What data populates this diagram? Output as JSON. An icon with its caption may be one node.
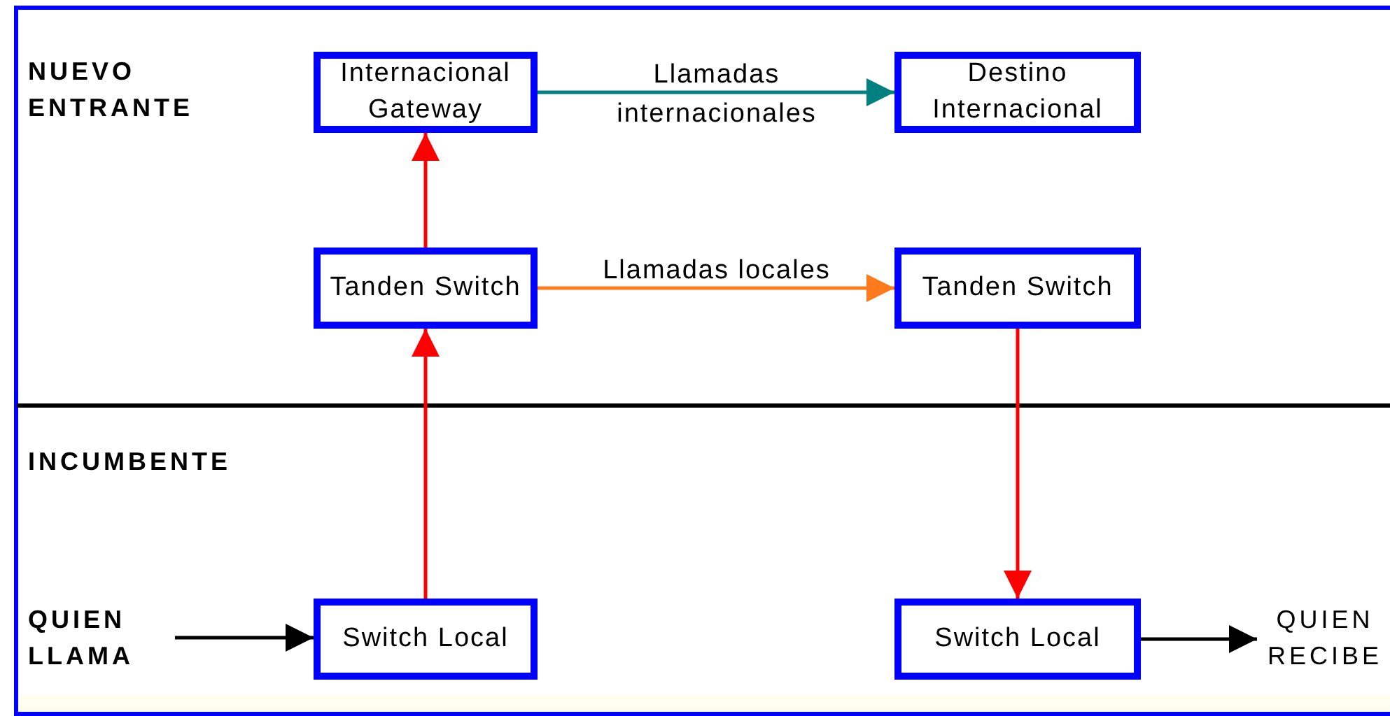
{
  "diagram": {
    "nodes": [
      {
        "text": [
          "Internacional Gateway"
        ]
      },
      {
        "text": [
          "Destino Internacional"
        ]
      },
      {
        "text": [
          "Tanden Switch"
        ]
      },
      {
        "text": [
          "Tanden Switch"
        ]
      },
      {
        "text": [
          "Switch Local"
        ]
      },
      {
        "text": [
          "Switch Local"
        ]
      },
      {
        "text": [
          "QUIEN LLAMA"
        ]
      },
      {
        "text": [
          "QUIEN RECIBE"
        ]
      }
    ],
    "edges": [
      {
        "from": 0,
        "to": 1,
        "arrow": "to",
        "label": "Llamadas internacionales",
        "color": "#008080"
      },
      {
        "from": 2,
        "to": 3,
        "arrow": "to",
        "label": "Llamadas locales",
        "color": "#ff7a1a"
      },
      {
        "from": 2,
        "to": 0,
        "arrow": "to",
        "color": "#ff0000"
      },
      {
        "from": 4,
        "to": 2,
        "arrow": "to",
        "color": "#ff0000"
      },
      {
        "from": 3,
        "to": 5,
        "arrow": "to",
        "color": "#ff0000"
      },
      {
        "from": 6,
        "to": 4,
        "arrow": "to",
        "color": "#000000"
      },
      {
        "from": 5,
        "to": 7,
        "arrow": "to",
        "color": "#000000"
      }
    ],
    "labels": [
      "NUEVO ENTRANTE",
      "INCUMBENTE"
    ]
  }
}
